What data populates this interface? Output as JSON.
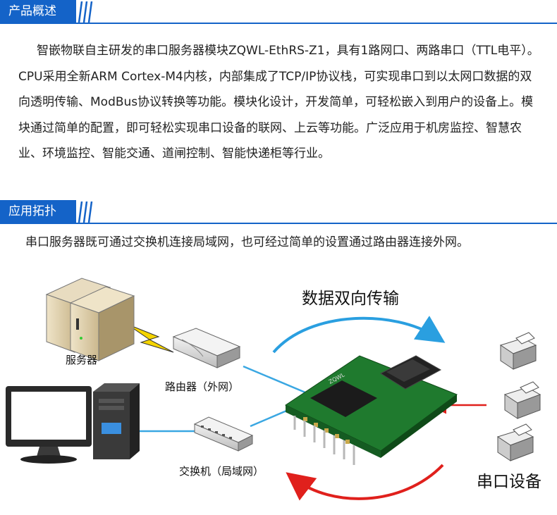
{
  "section1": {
    "title": "产品概述",
    "body": "智嵌物联自主研发的串口服务器模块ZQWL-EthRS-Z1，具有1路网口、两路串口（TTL电平）。CPU采用全新ARM Cortex-M4内核，内部集成了TCP/IP协议栈，可实现串口到以太网口数据的双向透明传输、ModBus协议转换等功能。模块化设计，开发简单，可轻松嵌入到用户的设备上。模块通过简单的配置，即可轻松实现串口设备的联网、上云等功能。广泛应用于机房监控、智慧农业、环境监控、智能交通、道闸控制、智能快递柜等行业。"
  },
  "section2": {
    "title": "应用拓扑",
    "intro": "串口服务器既可通过交换机连接局域网，也可经过简单的设置通过路由器连接外网。"
  },
  "diagram": {
    "server_label": "服务器",
    "router_label": "路由器（外网）",
    "switch_label": "交换机（局域网）",
    "transfer_label": "数据双向传输",
    "serial_devices_label": "串口设备",
    "module_marking": "ZQWL",
    "colors": {
      "accent": "#1463c8",
      "arrow_blue": "#2a9fe0",
      "arrow_red": "#e0201c",
      "pcb": "#1f7a2e",
      "link": "#3aa7e2"
    }
  }
}
